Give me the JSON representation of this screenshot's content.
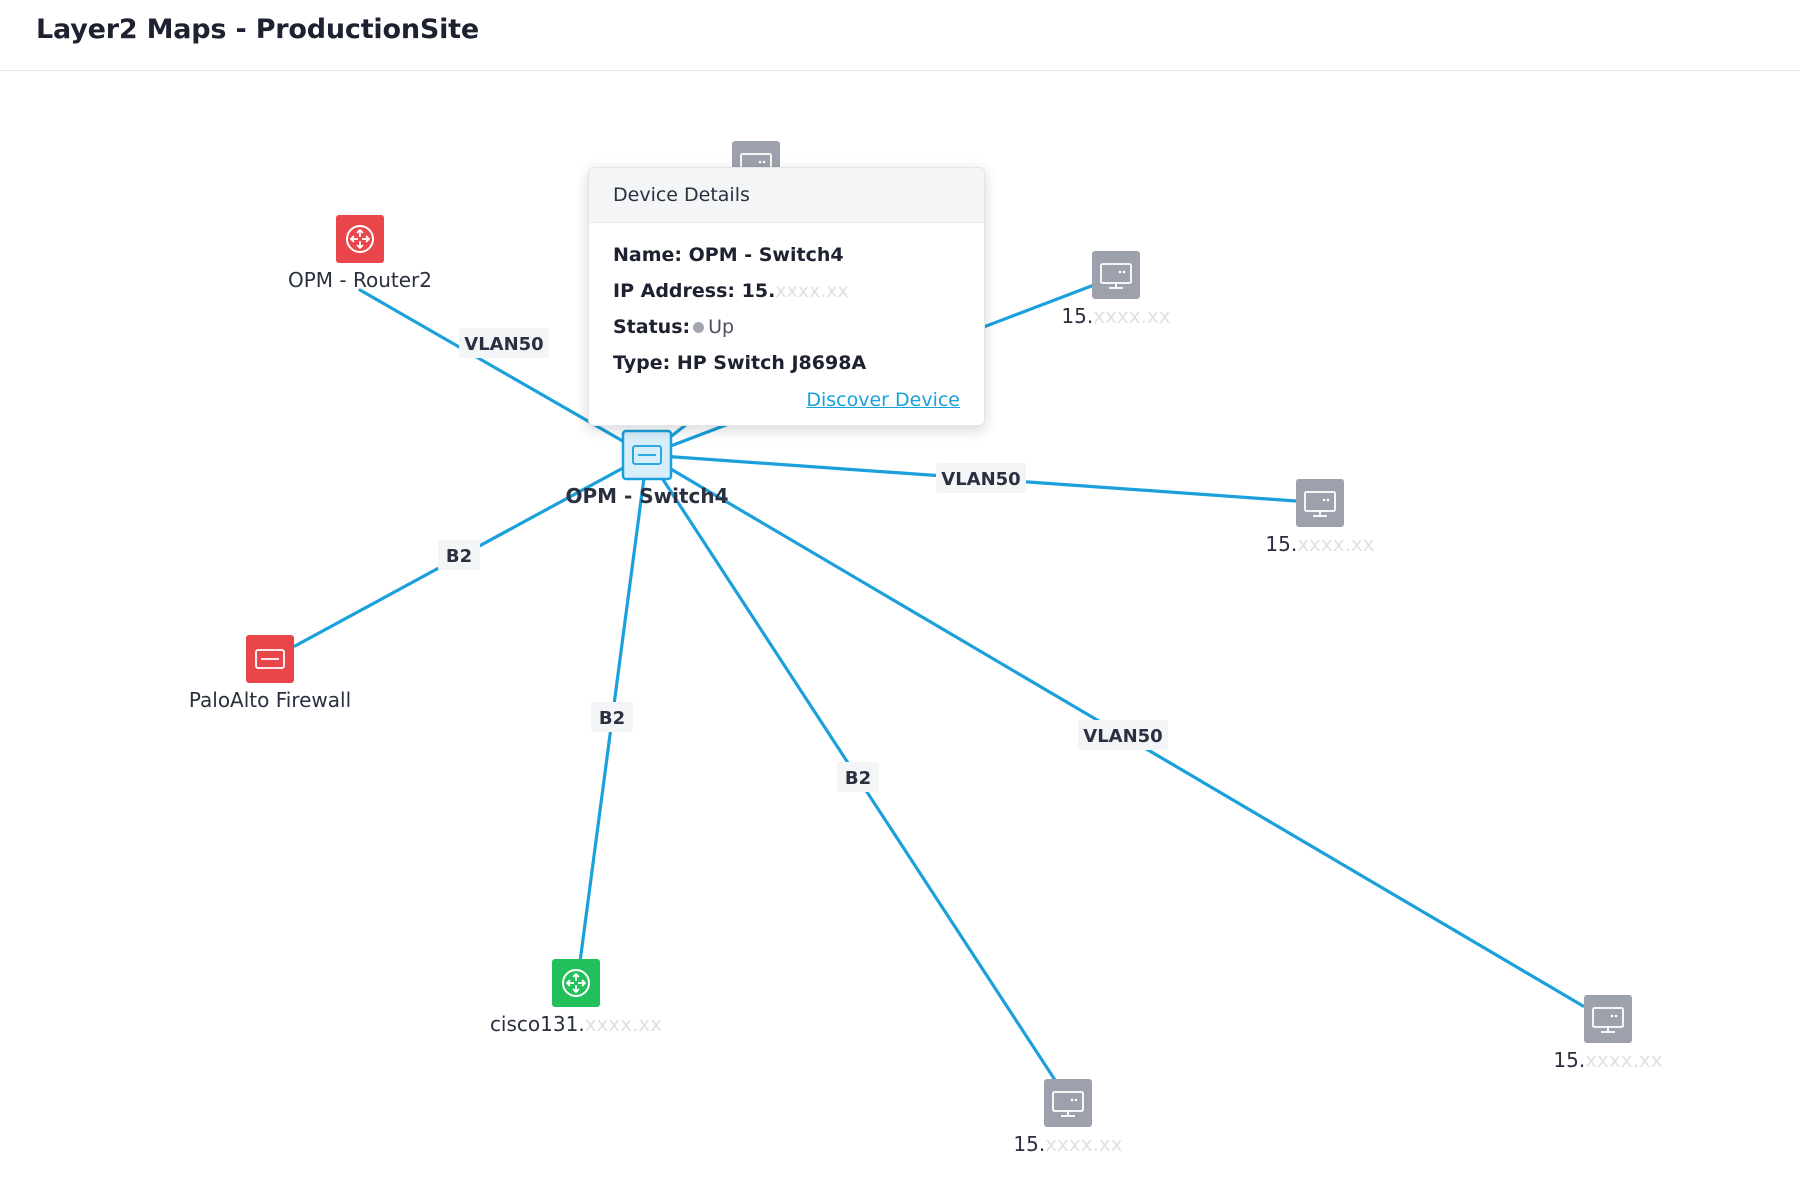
{
  "header": {
    "title": "Layer2 Maps - ProductionSite"
  },
  "colors": {
    "link": "#1aa0db",
    "router_red": "#e8464a",
    "router_green": "#22c05a",
    "host_gray": "#9da1ab",
    "switch_fill": "#d8eefa",
    "switch_border": "#1aa0db"
  },
  "nodes": [
    {
      "id": "switch4",
      "type": "switch",
      "icon": "switch-icon",
      "label": "OPM - Switch4",
      "masked": "",
      "selected": true
    },
    {
      "id": "router2",
      "type": "router-red",
      "icon": "router-icon",
      "label": "OPM - Router2",
      "masked": ""
    },
    {
      "id": "paloalto",
      "type": "firewall-red",
      "icon": "switch-icon",
      "label": "PaloAlto Firewall",
      "masked": ""
    },
    {
      "id": "cisco131",
      "type": "router-green",
      "icon": "router-icon",
      "label": "cisco131.",
      "masked": "xxxx.xx"
    },
    {
      "id": "host-top",
      "type": "host",
      "icon": "monitor-icon",
      "label": "",
      "masked": ""
    },
    {
      "id": "host-tr",
      "type": "host",
      "icon": "monitor-icon",
      "label": "15.",
      "masked": "xxxx.xx"
    },
    {
      "id": "host-r",
      "type": "host",
      "icon": "monitor-icon",
      "label": "15.",
      "masked": "xxxx.xx"
    },
    {
      "id": "host-b",
      "type": "host",
      "icon": "monitor-icon",
      "label": "15.",
      "masked": "xxxx.xx"
    },
    {
      "id": "host-br",
      "type": "host",
      "icon": "monitor-icon",
      "label": "15.",
      "masked": "xxxx.xx"
    }
  ],
  "links": [
    {
      "from": "switch4",
      "to": "router2",
      "label": "VLAN50"
    },
    {
      "from": "switch4",
      "to": "paloalto",
      "label": "B2"
    },
    {
      "from": "switch4",
      "to": "cisco131",
      "label": "B2"
    },
    {
      "from": "switch4",
      "to": "host-b",
      "label": "B2"
    },
    {
      "from": "switch4",
      "to": "host-br",
      "label": "VLAN50"
    },
    {
      "from": "switch4",
      "to": "host-r",
      "label": "VLAN50"
    },
    {
      "from": "switch4",
      "to": "host-tr",
      "label": ""
    },
    {
      "from": "switch4",
      "to": "host-top",
      "label": ""
    }
  ],
  "tooltip": {
    "title": "Device Details",
    "name_key": "Name:",
    "name_val": "OPM - Switch4",
    "ip_key": "IP Address:",
    "ip_val": "15.",
    "ip_masked": "xxxx.xx",
    "status_key": "Status:",
    "status_val": "Up",
    "type_key": "Type:",
    "type_val": "HP Switch J8698A",
    "action": "Discover Device"
  }
}
